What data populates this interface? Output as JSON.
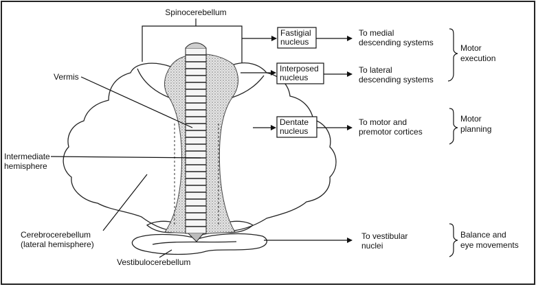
{
  "title": "Spinocerebellum",
  "left_labels": {
    "vermis": "Vermis",
    "intermediate_line1": "Intermediate",
    "intermediate_line2": "hemisphere",
    "cerebro_line1": "Cerebrocerebellum",
    "cerebro_line2": "(lateral hemisphere)",
    "vestibulo": "Vestibulocerebellum"
  },
  "nuclei": [
    {
      "line1": "Fastigial",
      "line2": "nucleus"
    },
    {
      "line1": "Interposed",
      "line2": "nucleus"
    },
    {
      "line1": "Dentate",
      "line2": "nucleus"
    }
  ],
  "targets": [
    {
      "line1": "To medial",
      "line2": "descending systems"
    },
    {
      "line1": "To lateral",
      "line2": "descending systems"
    },
    {
      "line1": "To motor and",
      "line2": "premotor cortices"
    },
    {
      "line1": "To vestibular",
      "line2": "nuclei"
    }
  ],
  "functions": [
    {
      "line1": "Motor",
      "line2": "execution"
    },
    {
      "line1": "Motor",
      "line2": "planning"
    },
    {
      "line1": "Balance and",
      "line2": "eye movements"
    }
  ]
}
